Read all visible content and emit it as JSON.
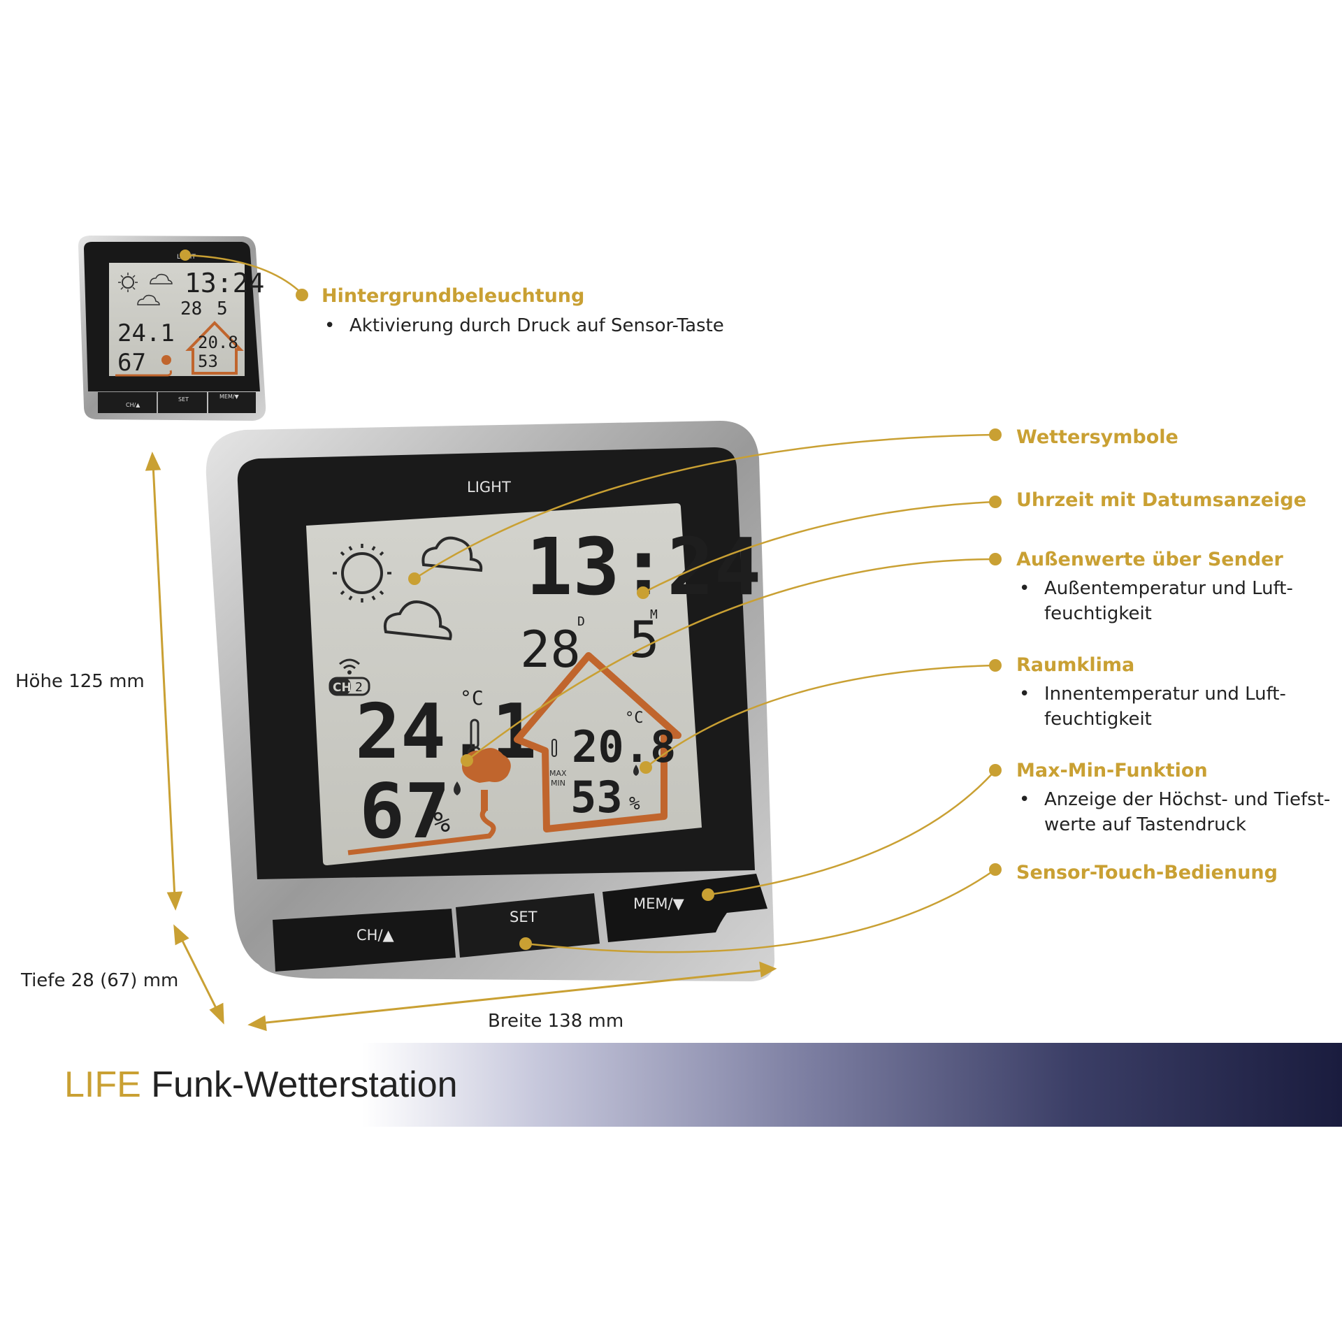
{
  "accent_color": "#c9a033",
  "device": {
    "light_label": "LIGHT",
    "time": "13:24",
    "date_day": "28",
    "date_day_unit": "D",
    "date_month": "5",
    "date_month_unit": "M",
    "outdoor_temp": "24.1",
    "outdoor_humidity": "67",
    "indoor_temp": "20.8",
    "indoor_humidity": "53",
    "temp_unit": "°C",
    "humidity_unit": "%",
    "channel": "CH",
    "channel_num": "2",
    "maxmin_max": "MAX",
    "maxmin_min": "MIN",
    "buttons": {
      "ch": "CH/▲",
      "set": "SET",
      "mem": "MEM/▼"
    }
  },
  "callouts": [
    {
      "title": "Hintergrundbeleuchtung",
      "bullet": "Aktivierung durch Druck auf Sensor-Taste"
    },
    {
      "title": "Wettersymbole"
    },
    {
      "title": "Uhrzeit mit Datumsanzeige"
    },
    {
      "title": "Außenwerte über Sender",
      "bullet_line1": "Außentemperatur und Luft-",
      "bullet_line2": "feuchtigkeit"
    },
    {
      "title": "Raumklima",
      "bullet_line1": "Innentemperatur und Luft-",
      "bullet_line2": "feuchtigkeit"
    },
    {
      "title": "Max-Min-Funktion",
      "bullet_line1": "Anzeige der Höchst- und Tiefst-",
      "bullet_line2": "werte auf Tastendruck"
    },
    {
      "title": "Sensor-Touch-Bedienung"
    }
  ],
  "dimensions": {
    "height": "Höhe 125 mm",
    "depth": "Tiefe 28 (67) mm",
    "width": "Breite 138 mm"
  },
  "footer": {
    "brand": "LIFE",
    "title": "Funk-Wetterstation"
  }
}
